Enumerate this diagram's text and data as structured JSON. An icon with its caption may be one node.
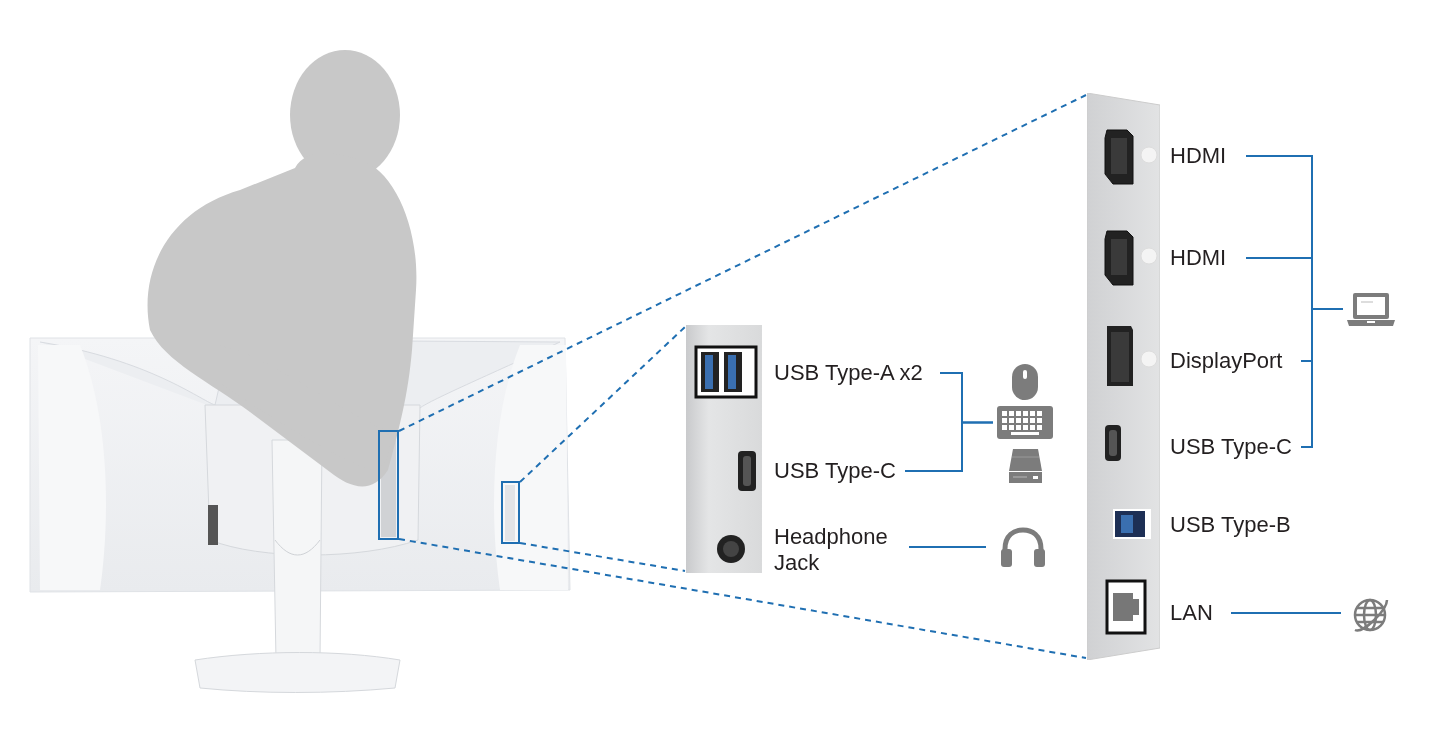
{
  "diagram": {
    "nodes": [
      {
        "text": [],
        "shape": "picture"
      },
      {
        "text": [],
        "shape": "box",
        "in": 0
      },
      {
        "text": [],
        "shape": "box",
        "in": 0
      },
      {
        "text": [],
        "shape": "picture"
      },
      {
        "text": [],
        "shape": "picture"
      },
      {
        "text": [
          "USB Type-A x2"
        ]
      },
      {
        "text": [
          "USB Type-C"
        ]
      },
      {
        "text": [
          "Headphone Jack"
        ]
      },
      {
        "text": [
          "HDMI"
        ]
      },
      {
        "text": [
          "HDMI"
        ]
      },
      {
        "text": [
          "DisplayPort"
        ]
      },
      {
        "text": [
          "USB Type-C"
        ]
      },
      {
        "text": [
          "USB Type-B"
        ]
      },
      {
        "text": [
          "LAN"
        ]
      },
      {
        "text": [],
        "shape": "picture"
      },
      {
        "text": [],
        "shape": "picture"
      },
      {
        "text": [],
        "shape": "picture"
      },
      {
        "text": [],
        "shape": "picture"
      },
      {
        "text": [],
        "shape": "picture"
      },
      {
        "text": [],
        "shape": "picture"
      }
    ],
    "edges": [
      {
        "from": 1,
        "to": 4,
        "arrow": "none",
        "style": "dashed"
      },
      {
        "from": 1,
        "to": 4,
        "arrow": "none",
        "style": "dashed"
      },
      {
        "from": 2,
        "to": 3,
        "arrow": "none",
        "style": "dashed"
      },
      {
        "from": 2,
        "to": 3,
        "arrow": "none",
        "style": "dashed"
      },
      {
        "from": 5,
        "to": 15,
        "arrow": "none"
      },
      {
        "from": 6,
        "to": 15,
        "arrow": "none"
      },
      {
        "from": 7,
        "to": 17,
        "arrow": "none"
      },
      {
        "from": 8,
        "to": 18,
        "arrow": "none"
      },
      {
        "from": 9,
        "to": 18,
        "arrow": "none"
      },
      {
        "from": 10,
        "to": 18,
        "arrow": "none"
      },
      {
        "from": 11,
        "to": 18,
        "arrow": "none"
      },
      {
        "from": 13,
        "to": 19,
        "arrow": "none"
      }
    ]
  }
}
